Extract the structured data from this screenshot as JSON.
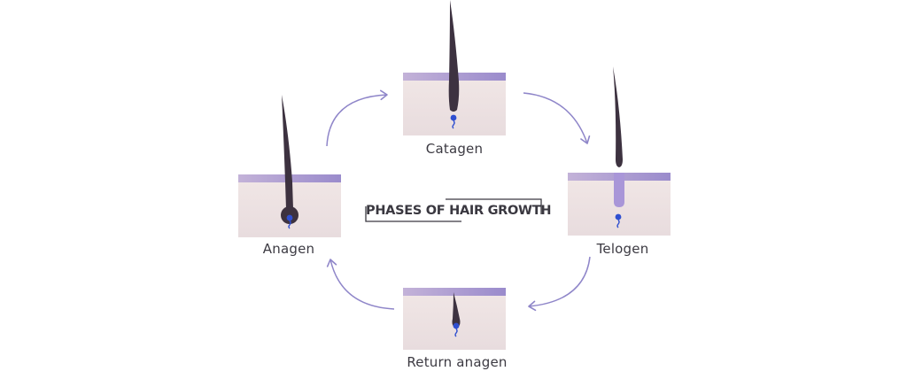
{
  "title": "PHASES OF HAIR GROWTH",
  "stages": {
    "catagen": "Catagen",
    "anagen": "Anagen",
    "telogen": "Telogen",
    "return_anagen": "Return anagen"
  },
  "colors": {
    "skin_top": "#a193cf",
    "skin": "#eadfe0",
    "hair": "#3d3240",
    "bulb": "#2f4fd0",
    "telogen_sheath": "#a996d8",
    "arrow": "#8f86c9",
    "text": "#3c3a42"
  }
}
